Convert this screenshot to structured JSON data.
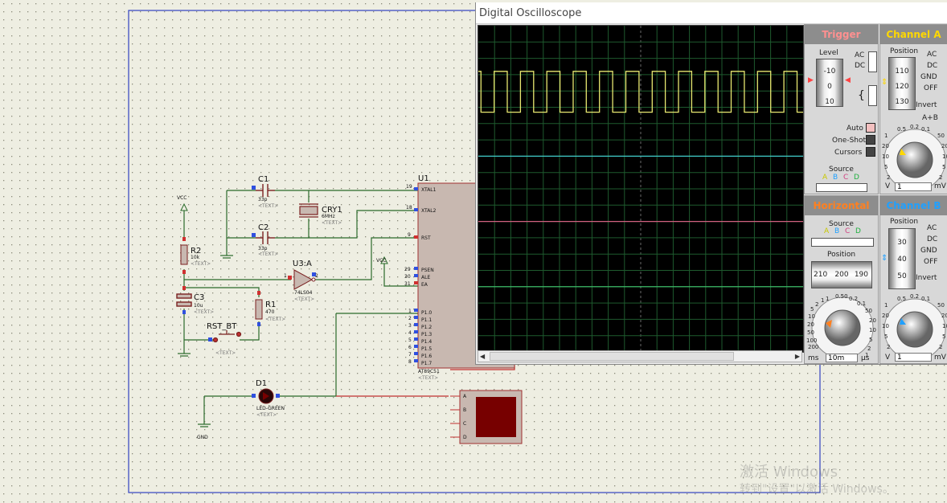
{
  "schematic": {
    "components": {
      "c1": {
        "ref": "C1",
        "value": "33p",
        "text": "<TEXT>"
      },
      "c2": {
        "ref": "C2",
        "value": "33p",
        "text": "<TEXT>"
      },
      "cry1": {
        "ref": "CRY1",
        "value": "6MHz",
        "text": "<TEXT>"
      },
      "r2": {
        "ref": "R2",
        "value": "10k",
        "text": "<TEXT>"
      },
      "c3": {
        "ref": "C3",
        "value": "10u",
        "text": "<TEXT>"
      },
      "r1": {
        "ref": "R1",
        "value": "470",
        "text": "<TEXT>"
      },
      "rst": {
        "ref": "RST_BT",
        "text": "<TEXT>"
      },
      "u3": {
        "ref": "U3:A",
        "value": "74LS04",
        "text": "<TEXT>"
      },
      "u1": {
        "ref": "U1",
        "value": "AT89C51",
        "text": "<TEXT>"
      },
      "d1": {
        "ref": "D1",
        "value": "LED-GREEN",
        "text": "<TEXT>"
      }
    },
    "power": {
      "vcc1": "VCC",
      "vcc2": "VCC",
      "gnd": "GND"
    },
    "u1_pins": [
      {
        "num": "19",
        "name": "XTAL1"
      },
      {
        "num": "18",
        "name": "XTAL2"
      },
      {
        "num": "9",
        "name": "RST"
      },
      {
        "num": "29",
        "name": "PSEN"
      },
      {
        "num": "30",
        "name": "ALE"
      },
      {
        "num": "31",
        "name": "EA"
      },
      {
        "num": "1",
        "name": "P1.0"
      },
      {
        "num": "2",
        "name": "P1.1"
      },
      {
        "num": "3",
        "name": "P1.2"
      },
      {
        "num": "4",
        "name": "P1.3"
      },
      {
        "num": "5",
        "name": "P1.4"
      },
      {
        "num": "6",
        "name": "P1.5"
      },
      {
        "num": "7",
        "name": "P1.6"
      },
      {
        "num": "8",
        "name": "P1.7"
      }
    ],
    "u3_pins": {
      "in": "1",
      "out": "2"
    },
    "matrix_pins": [
      "A",
      "B",
      "C",
      "D"
    ]
  },
  "oscilloscope": {
    "title": "Digital Oscilloscope",
    "trigger": {
      "header": "Trigger",
      "level_label": "Level",
      "level_ticks": [
        "-10",
        "0",
        "10"
      ],
      "coupling": [
        "AC",
        "DC"
      ],
      "modes": [
        "Auto",
        "One-Shot",
        "Cursors"
      ],
      "source_label": "Source",
      "sources": [
        "A",
        "B",
        "C",
        "D"
      ]
    },
    "channel_a": {
      "header": "Channel A",
      "position_label": "Position",
      "position_ticks": [
        "110",
        "120",
        "130"
      ],
      "coupling": [
        "AC",
        "DC",
        "GND",
        "OFF"
      ],
      "invert": "Invert",
      "sum": "A+B",
      "dial_ticks": [
        "0.5",
        "0.2",
        "0.1",
        "50",
        "20",
        "10",
        "5",
        "2",
        "1",
        "20",
        "10",
        "5",
        "2"
      ],
      "value": "1",
      "unit_left": "V",
      "unit_right": "mV"
    },
    "horizontal": {
      "header": "Horizontal",
      "source_label": "Source",
      "sources": [
        "A",
        "B",
        "C",
        "D"
      ],
      "position_label": "Position",
      "position_ticks": [
        "210",
        "200",
        "190"
      ],
      "dial_ticks": [
        "1",
        "0.50",
        "0.2",
        "0.1",
        "50",
        "20",
        "10",
        "5",
        "2",
        "1",
        "200",
        "100",
        "50",
        "20",
        "10",
        "5",
        "2",
        "1"
      ],
      "value": "10m",
      "unit_left": "ms",
      "unit_right": "µs"
    },
    "channel_b": {
      "header": "Channel B",
      "position_label": "Position",
      "position_ticks": [
        "30",
        "40",
        "50"
      ],
      "coupling": [
        "AC",
        "DC",
        "GND",
        "OFF"
      ],
      "invert": "Invert",
      "dial_ticks": [
        "0.5",
        "0.2",
        "0.1",
        "50",
        "20",
        "10",
        "5",
        "2",
        "1",
        "20",
        "10",
        "5",
        "2"
      ],
      "value": "1",
      "unit_left": "V",
      "unit_right": "mV"
    },
    "colors": {
      "trace_a": "#e8e870",
      "trace_b": "#40c8c8",
      "trace_c": "#d06080",
      "trace_d": "#40c870",
      "grid": "#1e5a2e",
      "trigger_red": "#ff5050",
      "cha_yellow": "#ffd800",
      "chb_blue": "#20a0ff",
      "horiz_orange": "#ff8020"
    },
    "waveform": {
      "cycles": 12,
      "high_percent": 50
    }
  },
  "watermark": {
    "line1": "激活 Windows",
    "line2": "转到\"设置\"以激活 Windows。"
  }
}
